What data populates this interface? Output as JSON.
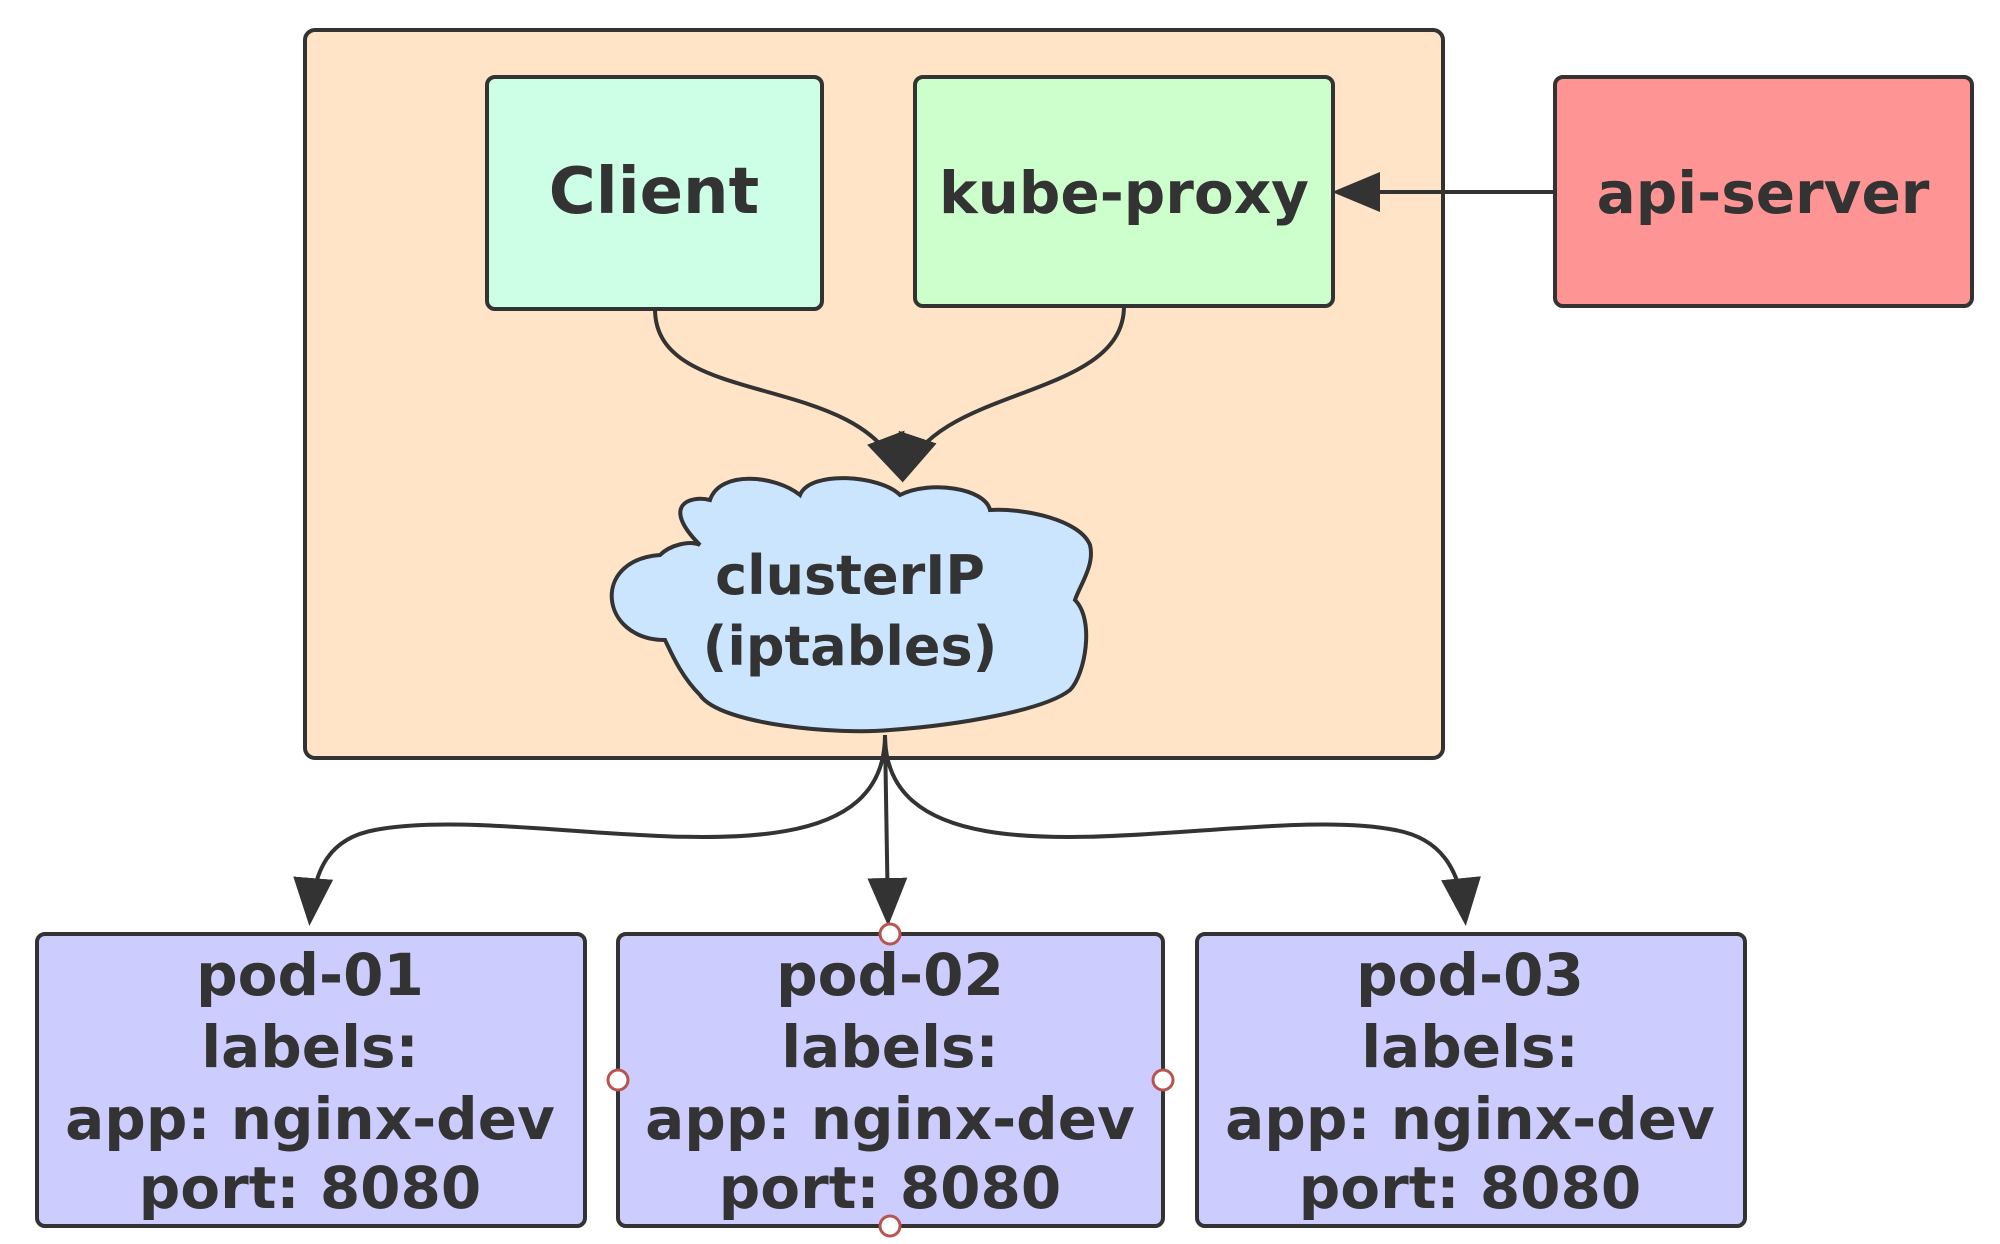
{
  "nodes": {
    "host": {
      "label": "",
      "fill": "#FFE4C8"
    },
    "client": {
      "label": "Client",
      "fill": "#CCFFE6"
    },
    "kube_proxy": {
      "label": "kube-proxy",
      "fill": "#CCFFCC"
    },
    "api_server": {
      "label": "api-server",
      "fill": "#FF9494"
    },
    "cluster_ip": {
      "line1": "clusterIP",
      "line2": "(iptables)",
      "fill": "#CCE5FF"
    },
    "pods": [
      {
        "name": "pod-01",
        "labels": "labels:",
        "app": "app: nginx-dev",
        "port": "port: 8080"
      },
      {
        "name": "pod-02",
        "labels": "labels:",
        "app": "app: nginx-dev",
        "port": "port: 8080"
      },
      {
        "name": "pod-03",
        "labels": "labels:",
        "app": "app: nginx-dev",
        "port": "port: 8080"
      }
    ],
    "pod_fill": "#CCCCFF"
  },
  "colors": {
    "stroke": "#333333",
    "text": "#333333",
    "handle": "#B85450"
  },
  "edges": [
    {
      "from": "api-server",
      "to": "kube-proxy"
    },
    {
      "from": "Client",
      "to": "clusterIP"
    },
    {
      "from": "kube-proxy",
      "to": "clusterIP"
    },
    {
      "from": "clusterIP",
      "to": "pod-01"
    },
    {
      "from": "clusterIP",
      "to": "pod-02"
    },
    {
      "from": "clusterIP",
      "to": "pod-03"
    }
  ]
}
